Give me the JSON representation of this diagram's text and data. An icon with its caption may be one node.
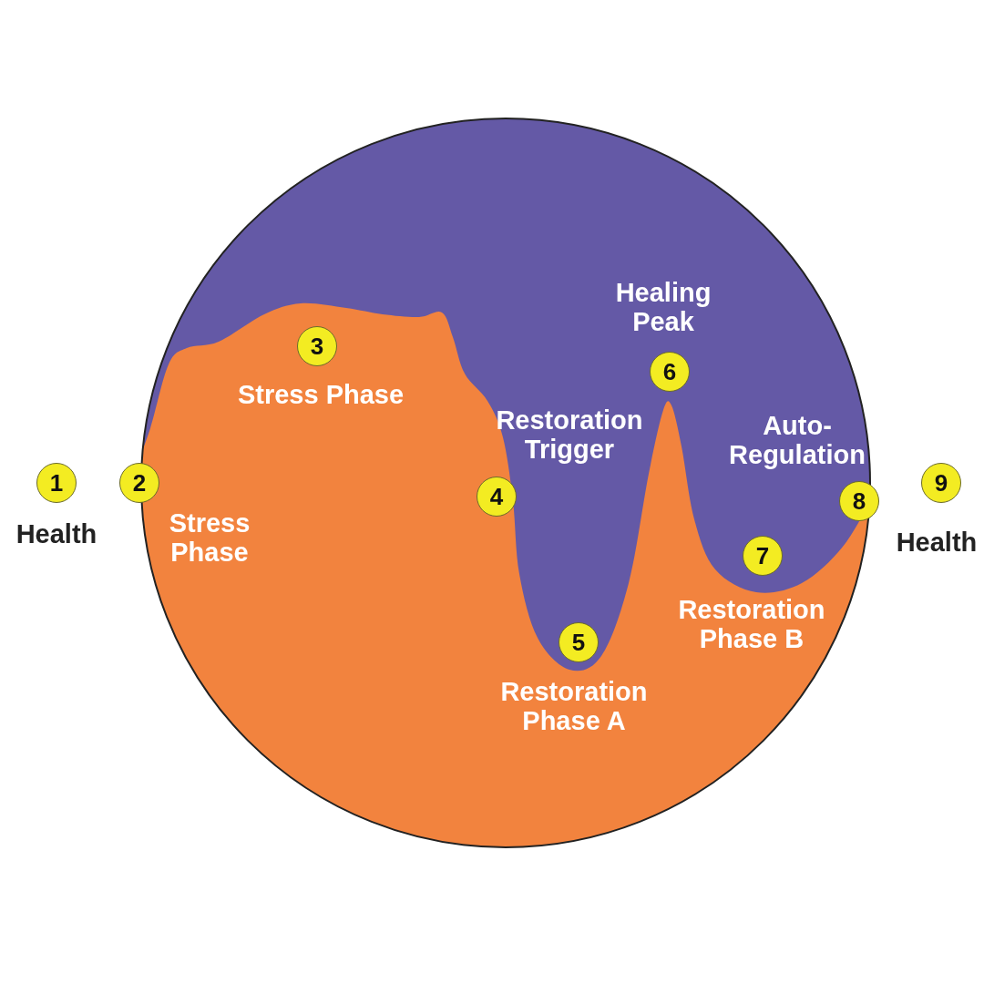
{
  "diagram": {
    "nodes": [
      {
        "text": [
          "1"
        ],
        "beside": [
          "Health"
        ]
      },
      {
        "text": [
          "2"
        ],
        "beside": [
          "Stress Phase"
        ]
      },
      {
        "text": [
          "3"
        ],
        "beside": [
          "Stress Phase"
        ]
      },
      {
        "text": [
          "4"
        ],
        "beside": [
          "Restoration Trigger"
        ]
      },
      {
        "text": [
          "5"
        ],
        "beside": [
          "Restoration Phase A"
        ]
      },
      {
        "text": [
          "6"
        ],
        "beside": [
          "Healing Peak"
        ]
      },
      {
        "text": [
          "7"
        ],
        "beside": [
          "Restoration Phase B"
        ]
      },
      {
        "text": [
          "8"
        ],
        "beside": [
          "Auto-Regulation"
        ]
      },
      {
        "text": [
          "9"
        ],
        "beside": [
          "Health"
        ]
      }
    ]
  }
}
